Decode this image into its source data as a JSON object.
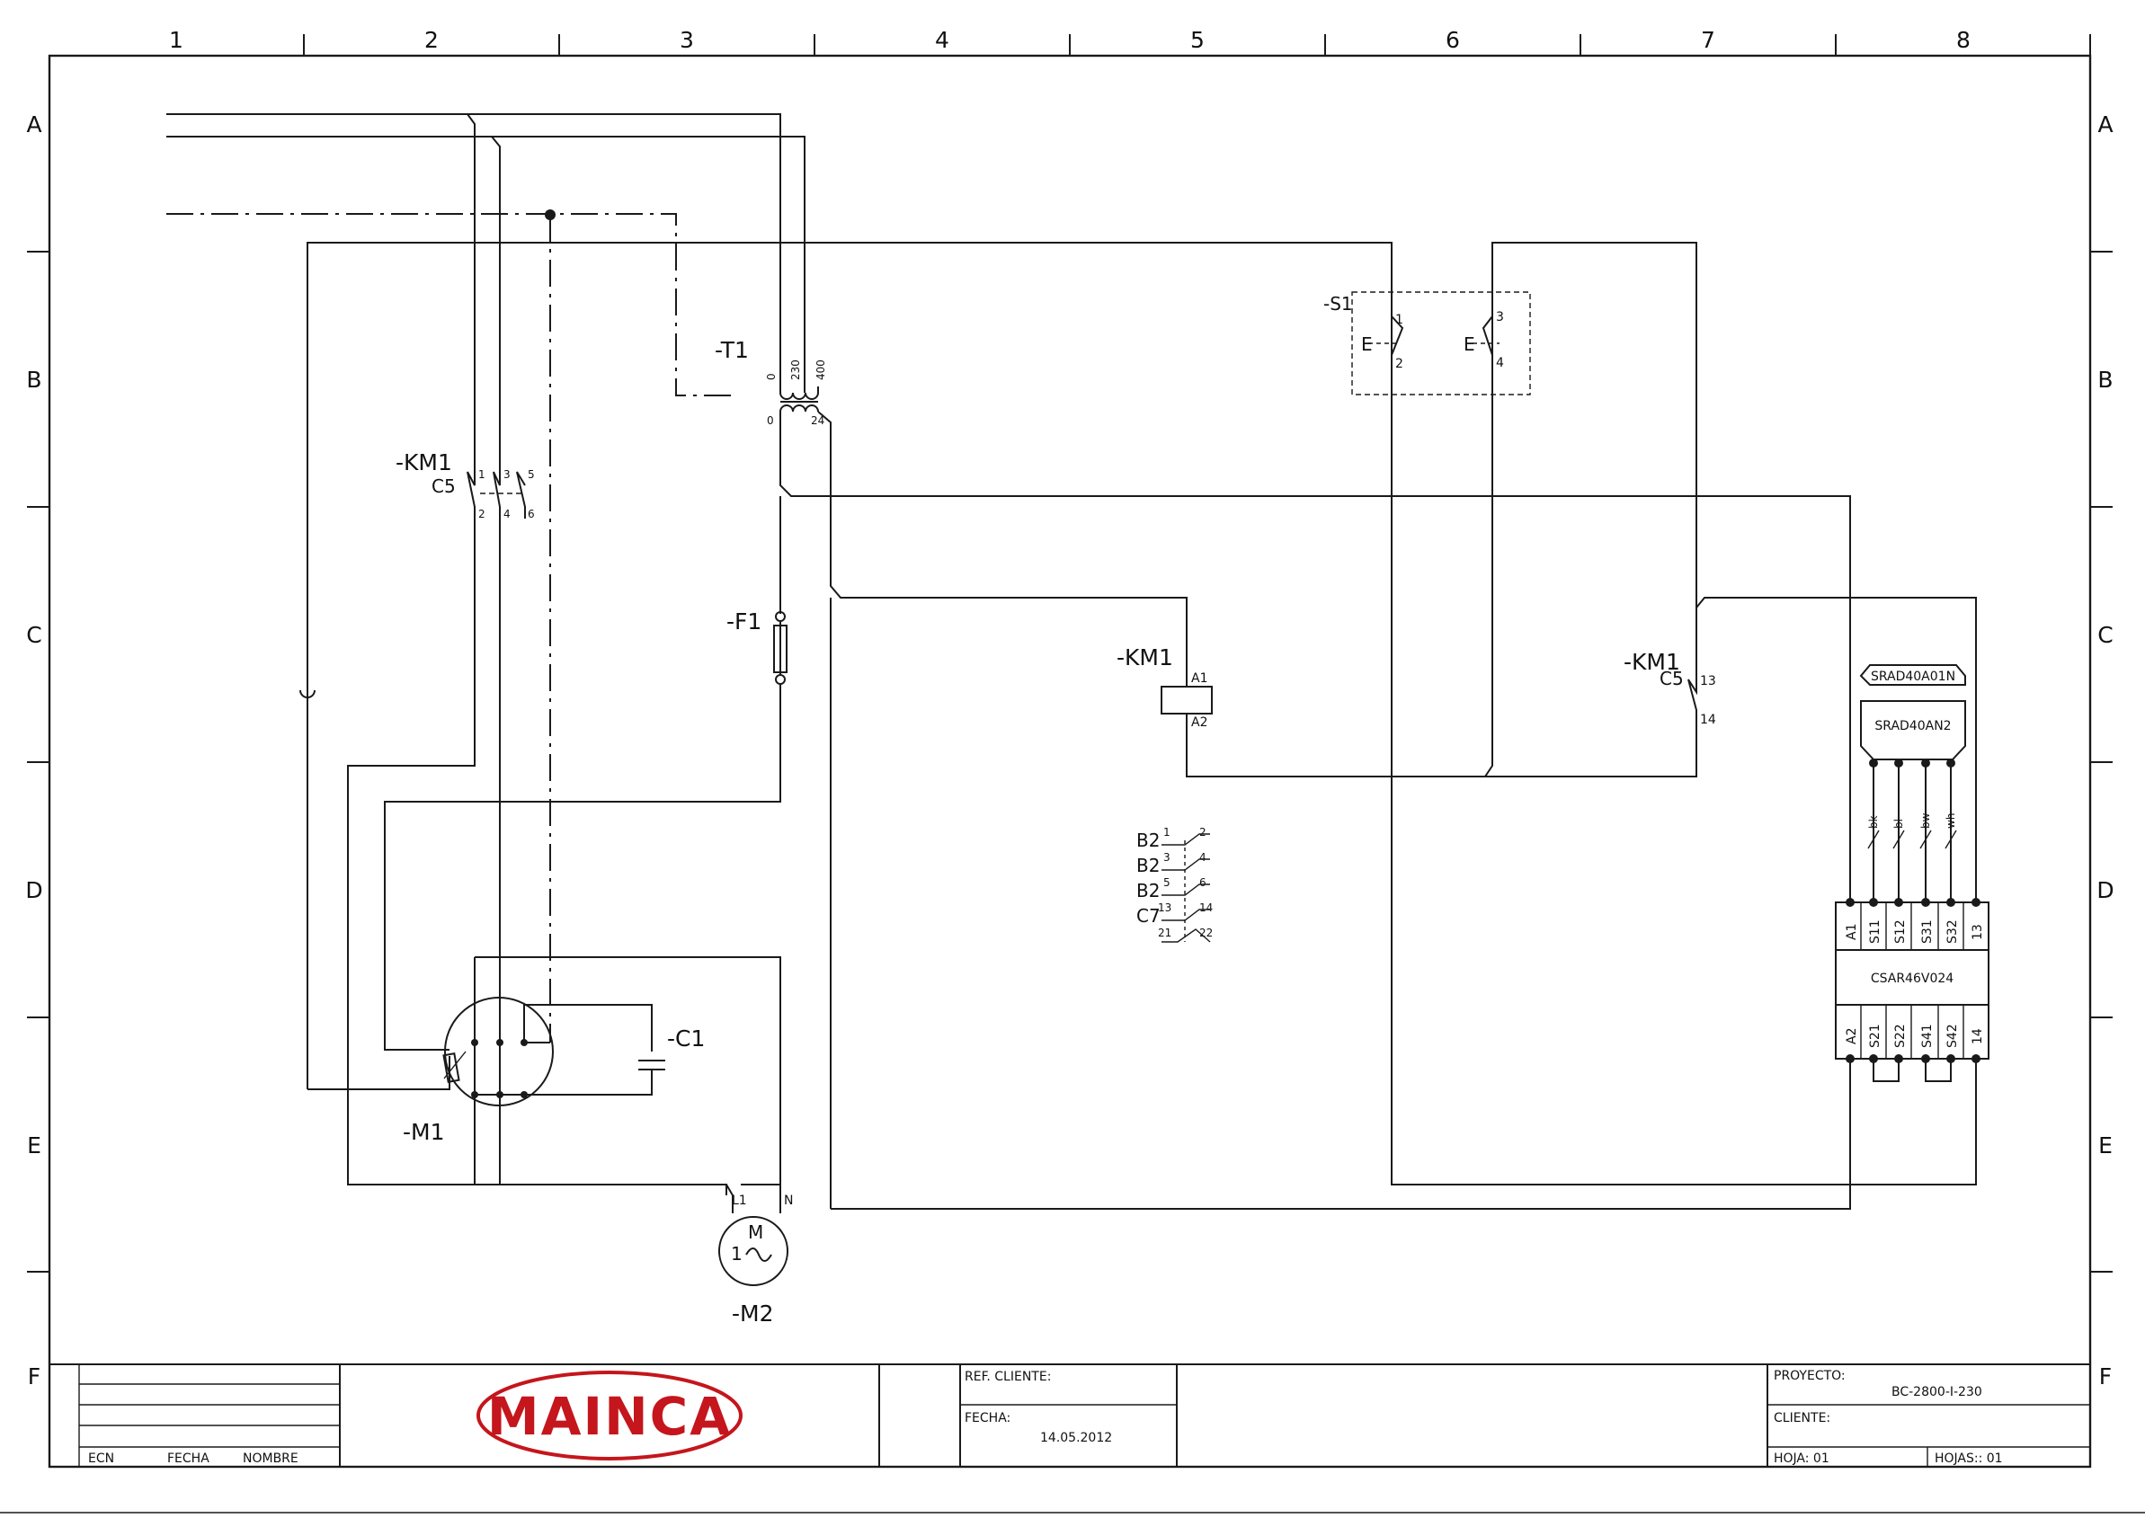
{
  "grid": {
    "columns": [
      "1",
      "2",
      "3",
      "4",
      "5",
      "6",
      "7",
      "8"
    ],
    "rows": [
      "A",
      "B",
      "C",
      "D",
      "E",
      "F"
    ]
  },
  "labels": {
    "t1": "-T1",
    "t1_taps_primary": [
      "0",
      "230",
      "400"
    ],
    "t1_taps_secondary": [
      "0",
      "24"
    ],
    "km1_main": "-KM1",
    "km1_main_ref": "C5",
    "km1_main_terms": [
      "1",
      "3",
      "5",
      "2",
      "4",
      "6"
    ],
    "f1": "-F1",
    "km1_coil": "-KM1",
    "km1_coil_terms": [
      "A1",
      "A2"
    ],
    "km1_aux": "-KM1",
    "km1_aux_ref": "C5",
    "km1_aux_terms": [
      "13",
      "14"
    ],
    "s1": "-S1",
    "s1_terms": [
      "1",
      "2",
      "3",
      "4"
    ],
    "m1": "-M1",
    "c1": "-C1",
    "m2": "-M2",
    "m2_terms": [
      "L1",
      "N"
    ],
    "m2_symbol_top": "M",
    "m2_symbol_bottom": "1",
    "xref_rows": [
      {
        "ref": "B2",
        "a": "1",
        "b": "2"
      },
      {
        "ref": "B2",
        "a": "3",
        "b": "4"
      },
      {
        "ref": "B2",
        "a": "5",
        "b": "6"
      },
      {
        "ref": "C7",
        "a": "13",
        "b": "14"
      },
      {
        "ref": "",
        "a": "21",
        "b": "22"
      }
    ],
    "sensor_top": "SRAD40A01N",
    "sensor_body": "SRAD40AN2",
    "sensor_wires": [
      "bk",
      "bl",
      "bw",
      "wh"
    ],
    "relay_model": "CSAR46V024",
    "relay_top_terms": [
      "A1",
      "S11",
      "S12",
      "S31",
      "S32",
      "13"
    ],
    "relay_bottom_terms": [
      "A2",
      "S21",
      "S22",
      "S41",
      "S42",
      "14"
    ]
  },
  "title_block": {
    "ecn": "ECN",
    "fecha_col": "FECHA",
    "nombre": "NOMBRE",
    "logo": "MAINCA",
    "ref_cliente_label": "REF. CLIENTE:",
    "fecha_label": "FECHA:",
    "fecha_value": "14.05.2012",
    "proyecto_label": "PROYECTO:",
    "proyecto_value": "BC-2800-I-230",
    "cliente_label": "CLIENTE:",
    "hoja_label": "HOJA: 01",
    "hojas_label": "HOJAS:: 01"
  },
  "colors": {
    "ink": "#1a1a1a",
    "logo_red": "#c4161c"
  }
}
